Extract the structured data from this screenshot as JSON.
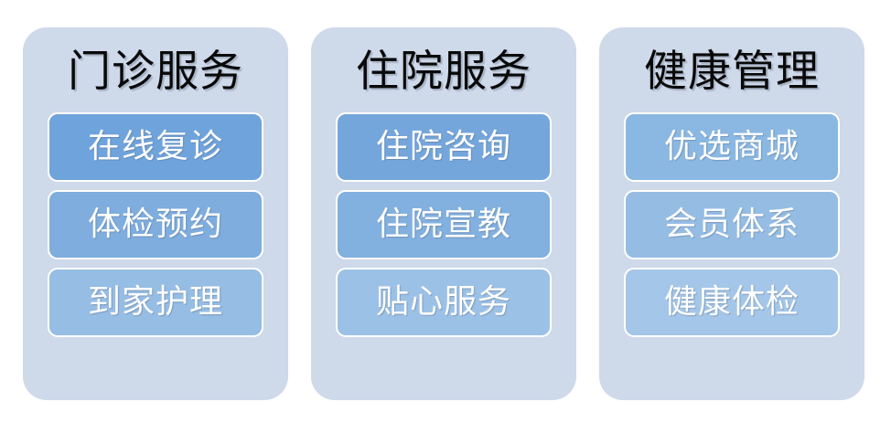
{
  "board": {
    "background_color": "#ffffff",
    "panel_background_color": "#ced9ea",
    "button_text_color": "#ffffff",
    "title_text_color": "#090909",
    "accent_color": "#6fa3db"
  },
  "panels": [
    {
      "title": "门诊服务",
      "items": [
        {
          "label": "在线复诊",
          "color": "#6fa3db"
        },
        {
          "label": "体检预约",
          "color": "#7eadde"
        },
        {
          "label": "到家护理",
          "color": "#96bde4"
        }
      ]
    },
    {
      "title": "住院服务",
      "items": [
        {
          "label": "住院咨询",
          "color": "#74a6dc"
        },
        {
          "label": "住院宣教",
          "color": "#82b0df"
        },
        {
          "label": "贴心服务",
          "color": "#9cc1e6"
        }
      ]
    },
    {
      "title": "健康管理",
      "items": [
        {
          "label": "优选商城",
          "color": "#8ab8e2"
        },
        {
          "label": "会员体系",
          "color": "#95bde4"
        },
        {
          "label": "健康体检",
          "color": "#a4c6e8"
        }
      ]
    }
  ]
}
